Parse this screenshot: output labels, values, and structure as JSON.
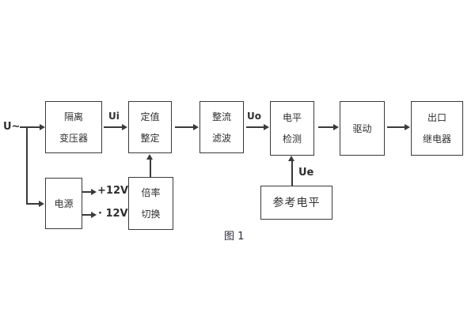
{
  "figure": {
    "caption": "图 1",
    "input_label": "U~",
    "signals": {
      "ui": "Ui",
      "uo": "Uo",
      "ue": "Ue"
    },
    "power": {
      "plus": "+12V",
      "minus": "· 12V"
    },
    "blocks": [
      {
        "id": "isolation-transformer",
        "lines": [
          "隔离",
          "变压器"
        ]
      },
      {
        "id": "setting-adjust",
        "lines": [
          "定值",
          "整定"
        ]
      },
      {
        "id": "rectifier-filter",
        "lines": [
          "整流",
          "滤波"
        ]
      },
      {
        "id": "level-detect",
        "lines": [
          "电平",
          "检测"
        ]
      },
      {
        "id": "driver",
        "lines": [
          "驱动"
        ]
      },
      {
        "id": "output-relay",
        "lines": [
          "出口",
          "继电器"
        ]
      },
      {
        "id": "power-supply",
        "lines": [
          "电源"
        ]
      },
      {
        "id": "ratio-switch",
        "lines": [
          "倍率",
          "切换"
        ]
      },
      {
        "id": "reference-level",
        "lines": [
          "参考电平"
        ]
      }
    ],
    "colors": {
      "background": "#ffffff",
      "line": "#3a3a3a",
      "text": "#2f2f2f"
    }
  }
}
